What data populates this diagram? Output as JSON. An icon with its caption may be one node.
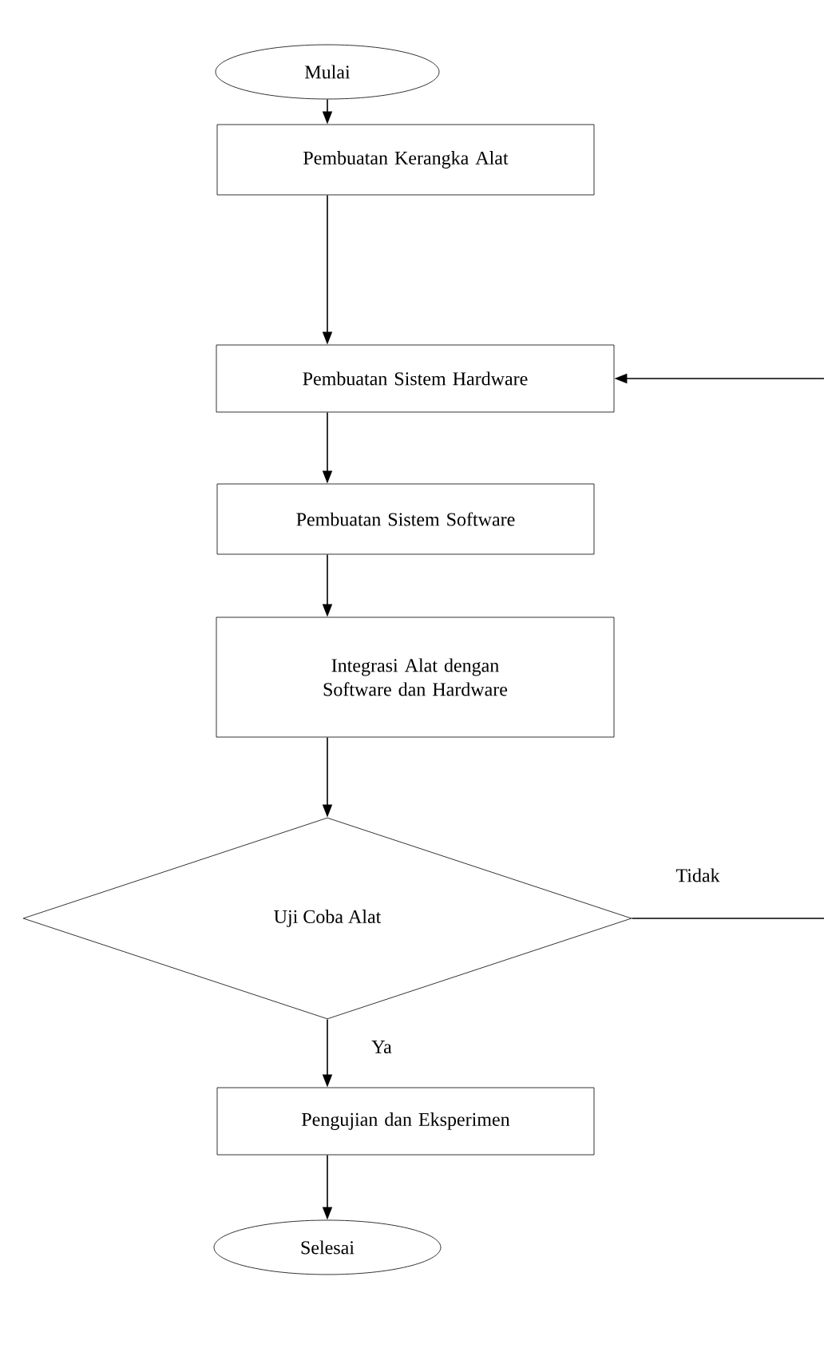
{
  "diagram": {
    "nodes": [
      {
        "text": [
          "Mulai"
        ]
      },
      {
        "text": [
          "Pembuatan Kerangka Alat"
        ]
      },
      {
        "text": [
          "Pembuatan Sistem Hardware"
        ]
      },
      {
        "text": [
          "Pembuatan Sistem Software"
        ]
      },
      {
        "text": [
          "Integrasi Alat dengan Software dan Hardware"
        ]
      },
      {
        "text": [
          "Uji Coba Alat"
        ]
      },
      {
        "text": [
          "Pengujian dan Eksperimen"
        ]
      },
      {
        "text": [
          "Selesai"
        ]
      }
    ],
    "edges": [
      {
        "from": 0,
        "to": 1,
        "arrow": "to"
      },
      {
        "from": 1,
        "to": 2,
        "arrow": "to"
      },
      {
        "from": 2,
        "to": 3,
        "arrow": "to"
      },
      {
        "from": 3,
        "to": 4,
        "arrow": "to"
      },
      {
        "from": 4,
        "to": 5,
        "arrow": "to"
      },
      {
        "from": 5,
        "to": 6,
        "arrow": "to",
        "label": "Ya"
      },
      {
        "from": 6,
        "to": 7,
        "arrow": "to"
      },
      {
        "from": 5,
        "to": null,
        "arrow": "none",
        "label": "Tidak"
      },
      {
        "from": null,
        "to": 2,
        "arrow": "to"
      }
    ]
  }
}
